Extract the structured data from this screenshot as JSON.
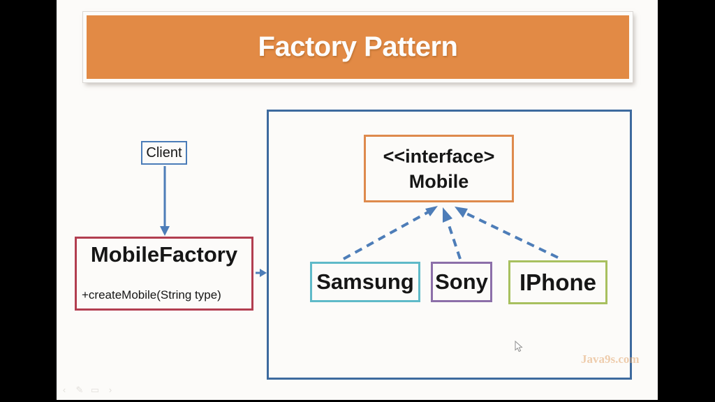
{
  "header": {
    "title": "Factory Pattern"
  },
  "diagram": {
    "client": {
      "label": "Client"
    },
    "factory": {
      "title": "MobileFactory",
      "method": "+createMobile(String type)"
    },
    "interface_box": {
      "line1": "<<interface>",
      "line2": "Mobile"
    },
    "products": [
      {
        "label": "Samsung"
      },
      {
        "label": "Sony"
      },
      {
        "label": "IPhone"
      }
    ]
  },
  "watermark": {
    "text": "Java9s.com"
  },
  "presenter_controls": {
    "prev": "‹",
    "pen": "✎",
    "slides": "▭",
    "next": "›"
  },
  "colors": {
    "banner_orange": "#e28a45",
    "interface_orange": "#de8a4d",
    "factory_red": "#b23e50",
    "client_blue": "#4a7cb8",
    "container_blue": "#3d6a9e",
    "arrow_blue": "#4d7db8",
    "samsung_teal": "#5fbac8",
    "sony_purple": "#8c6fa9",
    "iphone_green": "#a8c05f",
    "slide_background": "#fcfbf9",
    "letterbox_black": "#000000"
  }
}
